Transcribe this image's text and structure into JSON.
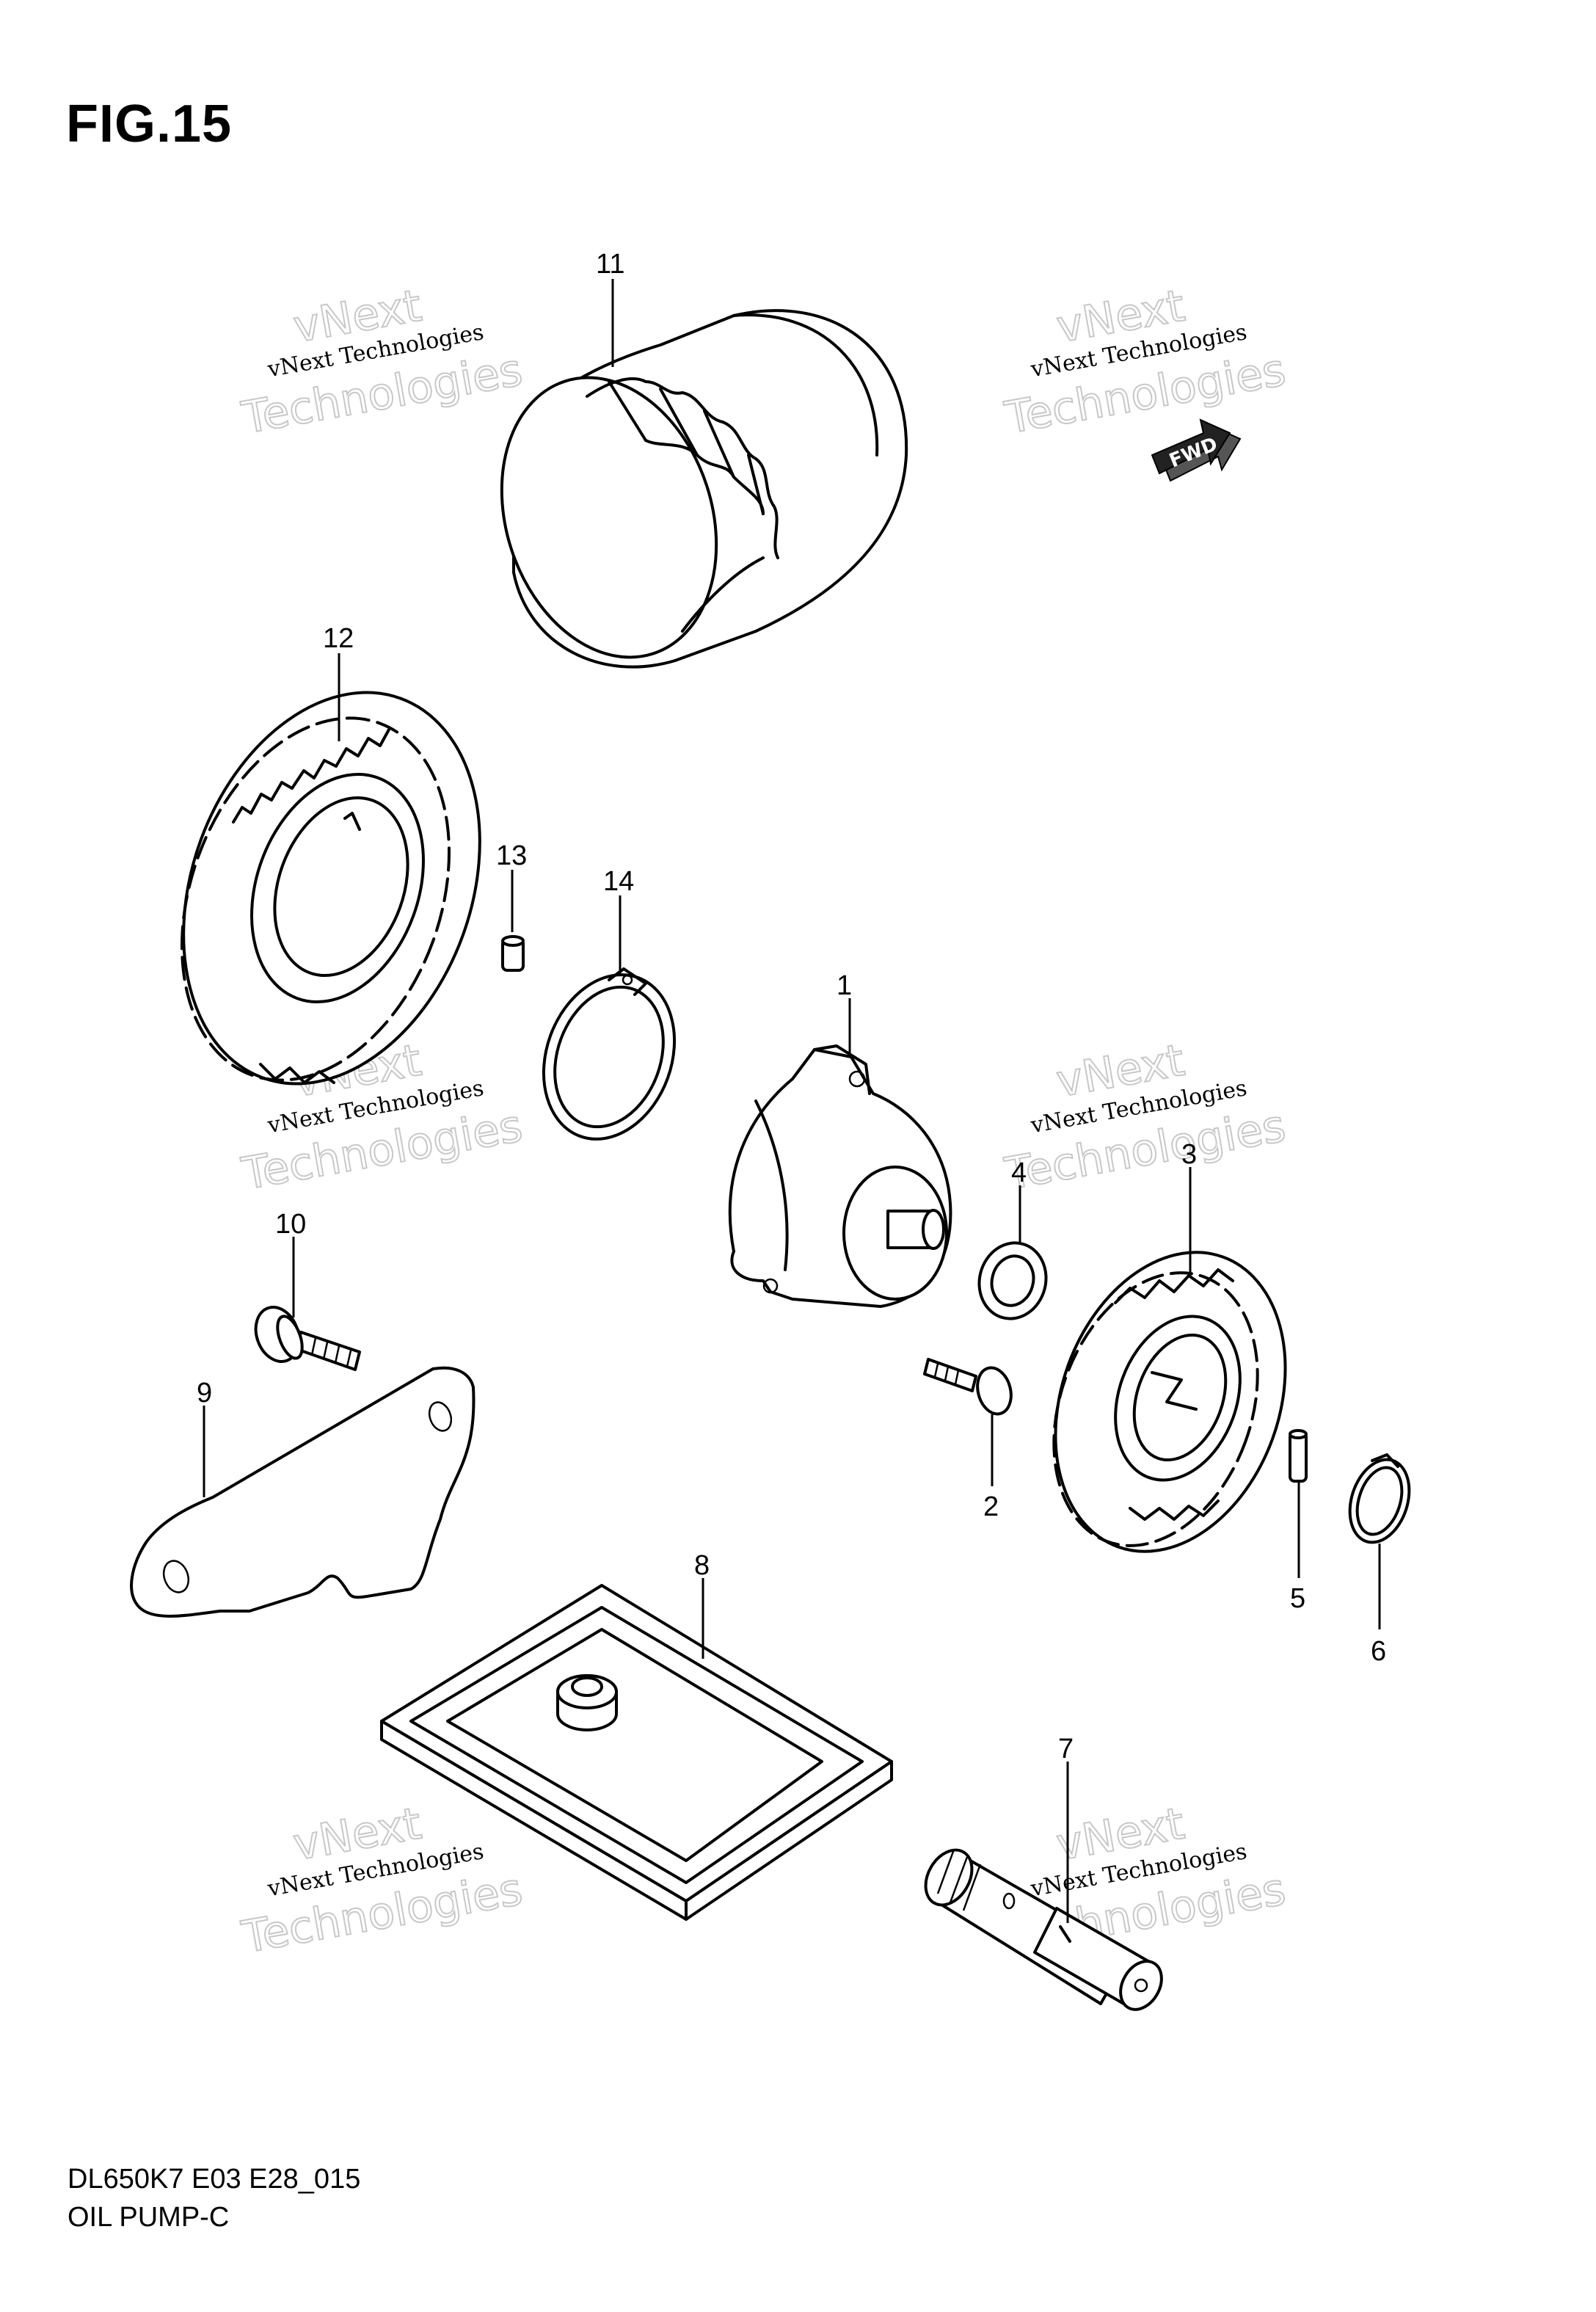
{
  "figure": {
    "title": "FIG.15"
  },
  "footer": {
    "model_code": "DL650K7 E03 E28_015",
    "section_name": "OIL PUMP-C"
  },
  "fwd_arrow": {
    "label": "FWD"
  },
  "watermark": {
    "line1": "vNext",
    "line2": "vNext Technologies",
    "line3": "Technologies"
  },
  "callouts": [
    "1",
    "2",
    "3",
    "4",
    "5",
    "6",
    "7",
    "8",
    "9",
    "10",
    "11",
    "12",
    "13",
    "14"
  ]
}
